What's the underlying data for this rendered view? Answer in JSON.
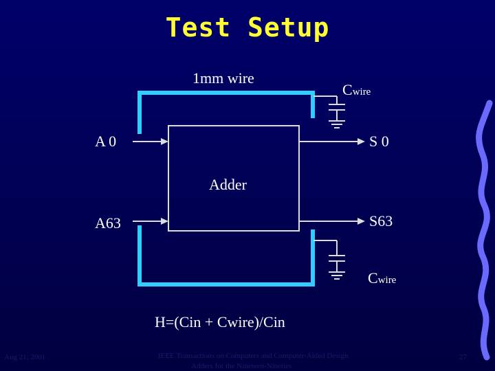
{
  "slide": {
    "title": "Test Setup"
  },
  "diagram": {
    "wire_label": "1mm wire",
    "cap_top": {
      "main": "C",
      "sub": "wire"
    },
    "cap_bottom": {
      "main": "C",
      "sub": "wire"
    },
    "input_a0": "A 0",
    "input_a63": "A63",
    "output_s0": "S 0",
    "output_s63": "S63",
    "block_label": "Adder",
    "equation": "H=(Cin + Cwire)/Cin"
  },
  "colors": {
    "wire": "#33ccff",
    "lines": "#dddddd",
    "title": "#ffff33",
    "squiggle": "#6a6aff"
  },
  "footer": {
    "left": "Aug 21, 2001",
    "center_line1": "IEEE Transactions on Computers and Computer-Aided Design",
    "center_line2": "Adders for the Nineteen-Nineties",
    "page": "27"
  }
}
